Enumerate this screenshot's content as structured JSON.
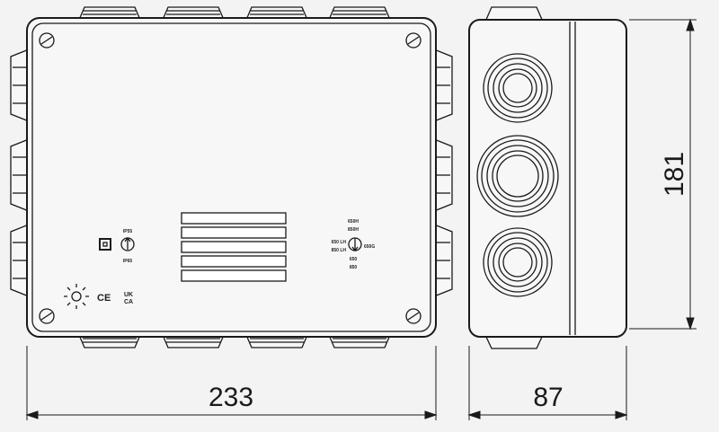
{
  "dimensions": {
    "width": "233",
    "depth": "87",
    "height": "181"
  },
  "markings": {
    "ip_top": "IP55",
    "ip_bottom": "IP65",
    "ce": "CE",
    "ukca_top": "UK",
    "ukca_bottom": "CA",
    "glow_top1": "650H",
    "glow_top2": "850H",
    "glow_left1": "650 LH",
    "glow_left2": "850 LH",
    "glow_right": "650G",
    "glow_bottom1": "650",
    "glow_bottom2": "850"
  },
  "colors": {
    "background": "#f3f3f3",
    "line": "#1a1a1a",
    "body": "#f7f7f7"
  }
}
